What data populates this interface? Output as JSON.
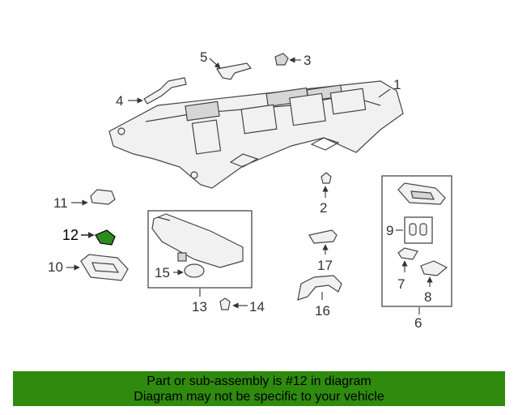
{
  "diagram": {
    "callouts": {
      "c1": "1",
      "c2": "2",
      "c3": "3",
      "c4": "4",
      "c5": "5",
      "c6": "6",
      "c7": "7",
      "c8": "8",
      "c9": "9",
      "c10": "10",
      "c11": "11",
      "c12": "12",
      "c13": "13",
      "c14": "14",
      "c15": "15",
      "c16": "16",
      "c17": "17"
    },
    "highlight_color": "#2e8b1f"
  },
  "footer": {
    "line1": "Part or sub-assembly is #12 in diagram",
    "line2": "Diagram may not be specific to your vehicle",
    "background": "#2f8a0e"
  }
}
